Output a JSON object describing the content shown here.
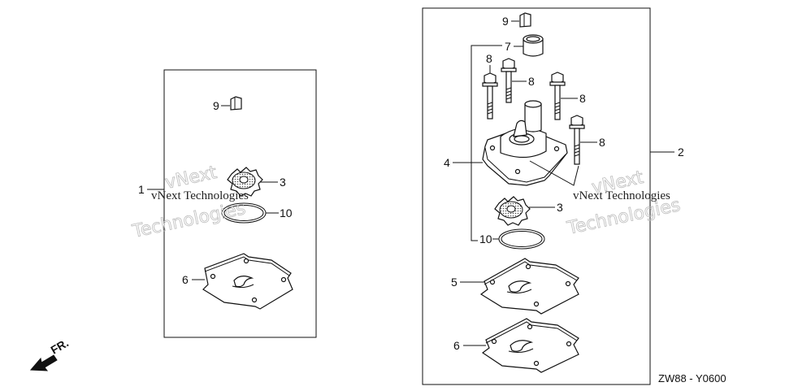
{
  "diagram": {
    "code": "ZW88 - Y0600",
    "front_indicator": "FR.",
    "watermarks": {
      "brand_line": "vNext Technologies",
      "outline_top": "vNext",
      "outline_bottom": "Technologies"
    },
    "left_kit": {
      "callouts": {
        "seal": "9",
        "kit": "1",
        "impeller": "3",
        "o_ring": "10",
        "gasket": "6"
      }
    },
    "right_kit": {
      "callouts": {
        "seal": "9",
        "collar": "7",
        "bolt_a": "8",
        "bolt_b": "8",
        "bolt_c": "8",
        "bolt_d": "8",
        "kit": "2",
        "housing": "4",
        "impeller": "3",
        "o_ring": "10",
        "plate": "5",
        "gasket": "6"
      }
    }
  }
}
